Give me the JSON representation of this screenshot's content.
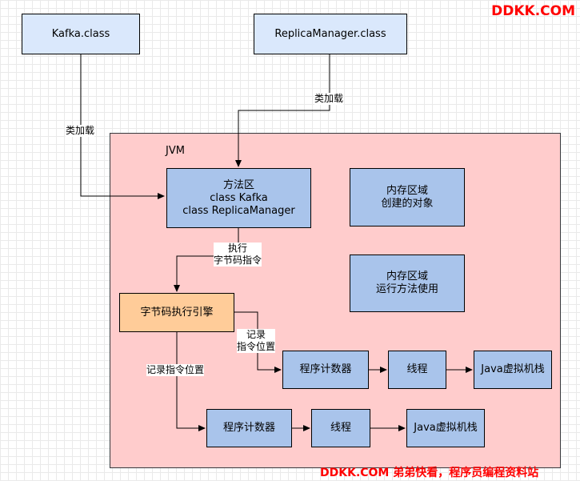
{
  "top_boxes": {
    "kafka": "Kafka.class",
    "replica": "ReplicaManager.class"
  },
  "jvm": {
    "title": "JVM",
    "method_area": [
      "方法区",
      "class Kafka",
      "class ReplicaManager"
    ],
    "heap_objects": [
      "内存区域",
      "创建的对象"
    ],
    "heap_runtime": [
      "内存区域",
      "运行方法使用"
    ],
    "engine": "字节码执行引擎",
    "row1": {
      "pc": "程序计数器",
      "thread": "线程",
      "stack": "Java虚拟机栈"
    },
    "row2": {
      "pc": "程序计数器",
      "thread": "线程",
      "stack": "Java虚拟机栈"
    }
  },
  "edge_labels": {
    "load1": "类加载",
    "load2": "类加载",
    "exec": [
      "执行",
      "字节码指令"
    ],
    "record1": [
      "记录",
      "指令位置"
    ],
    "record2": "记录指令位置"
  },
  "watermark": {
    "top": "DDKK.COM",
    "bottom": "DDKK.COM 弟弟快看，程序员编程资料站"
  }
}
